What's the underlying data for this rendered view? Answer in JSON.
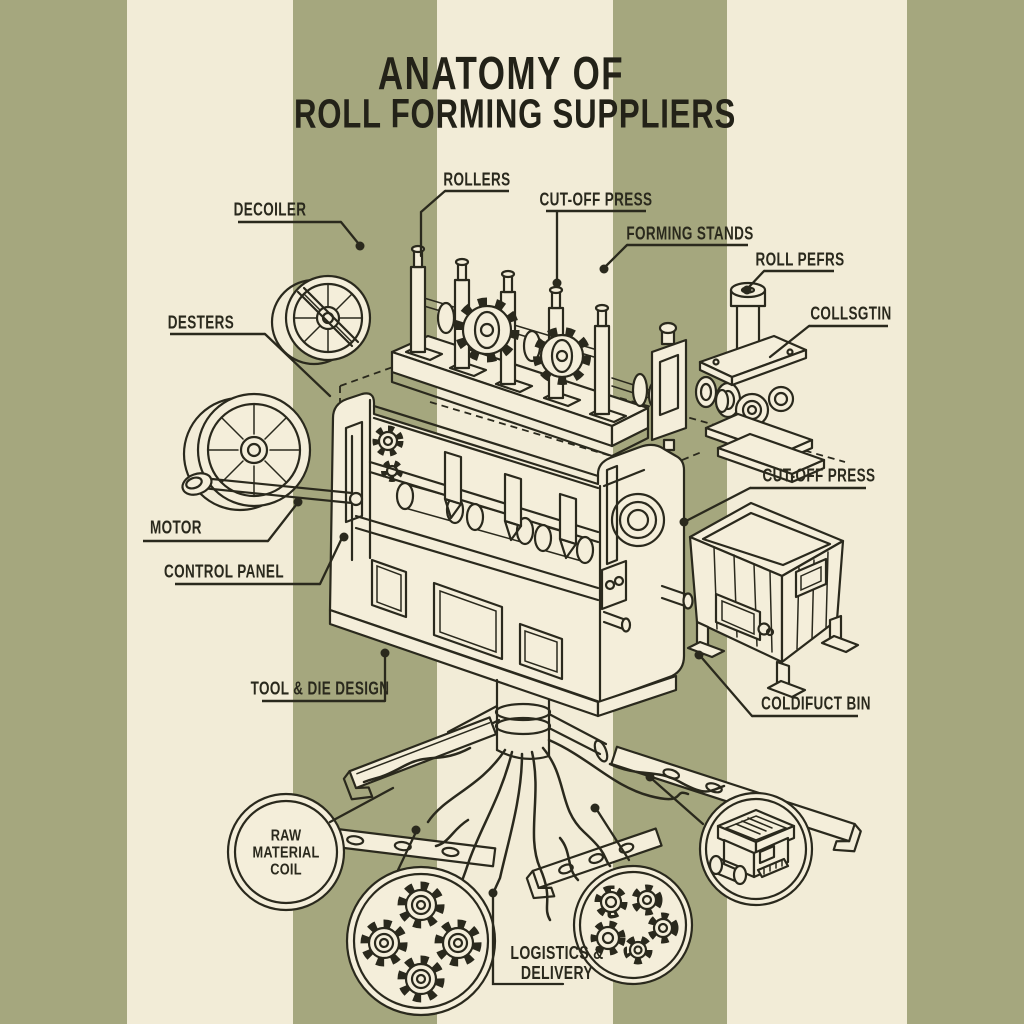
{
  "title": {
    "line1": "ANATOMY OF",
    "line2": "ROLL FORMING SUPPLIERS"
  },
  "labels": {
    "rollers": "ROLLERS",
    "cutoff_press_top": "CUT-OFF PRESS",
    "decoiler": "DECOILER",
    "forming_stands": "FORMING STANDS",
    "roll_pefrs": "ROLL PEFRS",
    "collsgtin": "COLLSGTIN",
    "desters": "DESTERS",
    "motor": "MOTOR",
    "control_panel": "CONTROL PANEL",
    "cutoff_press_right": "CUT-OFF PRESS",
    "tool_die_design": "TOOL & DIE DESIGN",
    "coldifuct_bin": "COLDIFUCT BIN"
  },
  "circles": {
    "raw_material_coil": {
      "line1": "RAW",
      "line2": "MATERIAL",
      "line3": "COIL"
    },
    "logistics": {
      "line1": "LOGISTICS &",
      "line2": "DELIVERY"
    },
    "gear_cluster_left": {
      "icon": "gears-icon"
    },
    "gear_cluster_right": {
      "icon": "gears-icon"
    },
    "product_crate": {
      "icon": "crate-icon"
    }
  },
  "colors": {
    "stripe_green": "#a5a77e",
    "stripe_cream": "#f2ecd7",
    "ink": "#2a291d",
    "fill_cream": "#f4eeda"
  }
}
